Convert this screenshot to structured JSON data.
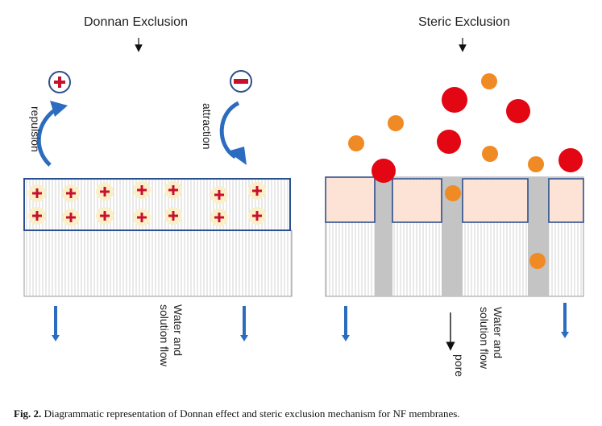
{
  "left_panel": {
    "title": "Donnan Exclusion",
    "repulsion_label": "repulsion",
    "attraction_label": "attraction",
    "flow_label_line1": "Water and",
    "flow_label_line2": "solution flow",
    "cation_glyph": "+",
    "anion_glyph": "−"
  },
  "right_panel": {
    "title": "Steric Exclusion",
    "flow_label_line1": "Water and",
    "flow_label_line2": "solution flow",
    "pore_label": "pore"
  },
  "caption": {
    "label": "Fig. 2.",
    "text": "Diagrammatic representation of Donnan effect and steric exclusion mechanism for NF membranes."
  },
  "colors": {
    "membrane_outline": "#2c4f8e",
    "plus_red": "#c8102e",
    "halo": "#fbefc8",
    "flow_arrow": "#2c6cc0",
    "curve_arrow": "#2c6cc0",
    "large_ion": "#e30613",
    "small_ion": "#f08a24",
    "pore_gray": "#c4c4c4",
    "block_fill": "#fde3d6"
  }
}
